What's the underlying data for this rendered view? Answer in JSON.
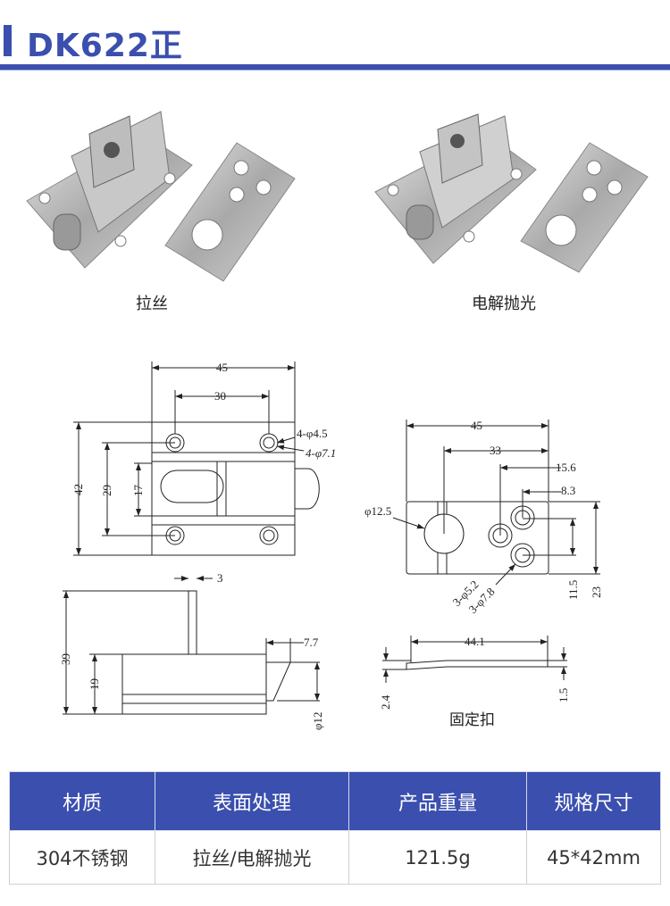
{
  "header": {
    "title": "DK622正",
    "accent": "#3a4fae"
  },
  "photos": [
    {
      "caption": "拉丝"
    },
    {
      "caption": "电解抛光"
    }
  ],
  "drawing_front": {
    "width": "45",
    "hole_spacing": "30",
    "hole_inner": "4-φ4.5",
    "hole_outer": "4-φ7.1",
    "height": "42",
    "hole_vertical": "29",
    "slot": "17"
  },
  "drawing_plate": {
    "width": "45",
    "big_hole_offset": "33",
    "hole_offset_1": "15.6",
    "hole_offset_2": "8.3",
    "big_hole": "φ12.5",
    "small_inner": "3-φ5.2",
    "small_outer": "3-φ7.8",
    "hole_vertical": "11.5",
    "height": "23"
  },
  "drawing_side": {
    "stem": "3",
    "total_height": "39",
    "body_height": "19",
    "cam": "7.7",
    "bolt_dia": "φ12"
  },
  "drawing_clip": {
    "length": "44.1",
    "left_thickness": "2.4",
    "right_thickness": "1.5",
    "caption": "固定扣"
  },
  "table": {
    "headers": [
      "材质",
      "表面处理",
      "产品重量",
      "规格尺寸"
    ],
    "row": [
      "304不锈钢",
      "拉丝/电解抛光",
      "121.5g",
      "45*42mm"
    ]
  }
}
